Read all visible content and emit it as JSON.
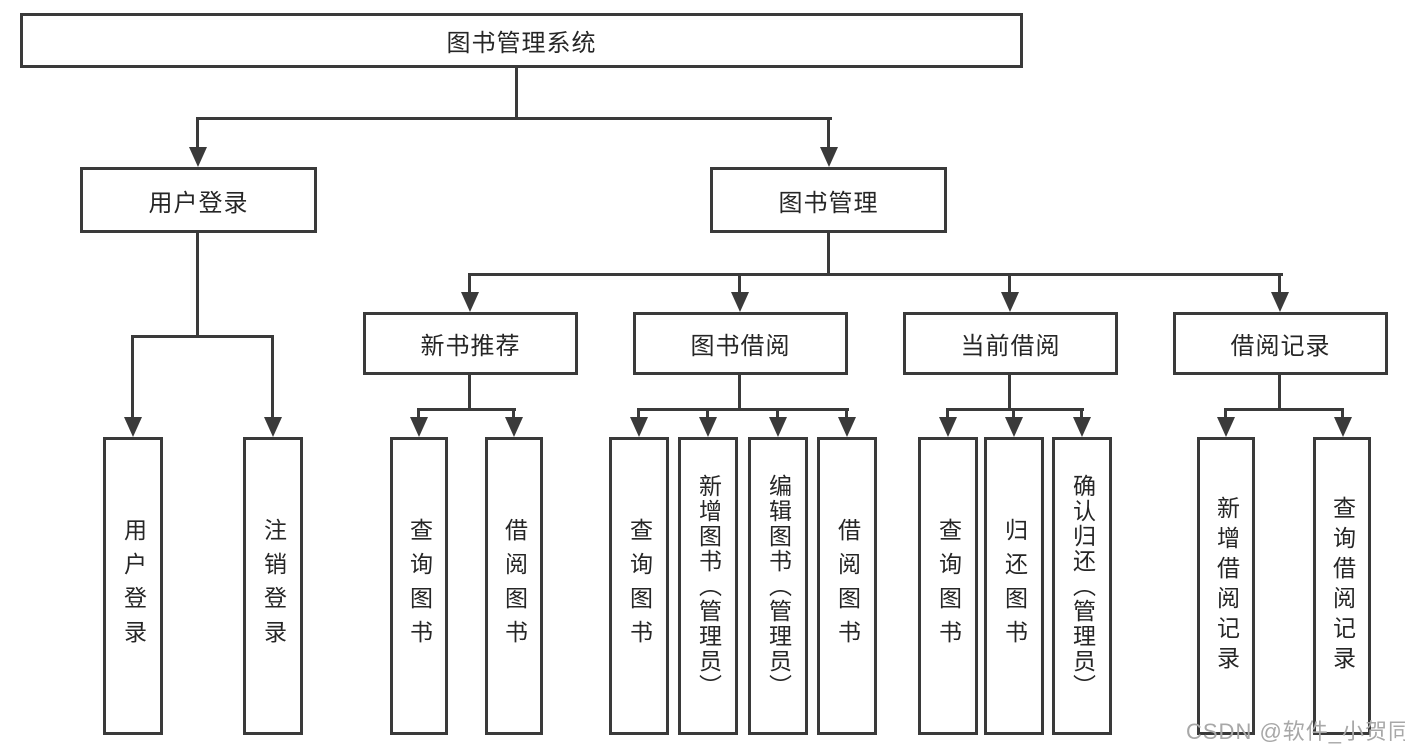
{
  "diagram_type": "hierarchy-tree",
  "tree": {
    "label": "图书管理系统",
    "children": [
      {
        "label": "用户登录",
        "children": [
          {
            "label": "用户登录"
          },
          {
            "label": "注销登录"
          }
        ]
      },
      {
        "label": "图书管理",
        "children": [
          {
            "label": "新书推荐",
            "children": [
              {
                "label": "查询图书"
              },
              {
                "label": "借阅图书"
              }
            ]
          },
          {
            "label": "图书借阅",
            "children": [
              {
                "label": "查询图书"
              },
              {
                "label": "新增图书（管理员）"
              },
              {
                "label": "编辑图书（管理员）"
              },
              {
                "label": "借阅图书"
              }
            ]
          },
          {
            "label": "当前借阅",
            "children": [
              {
                "label": "查询图书"
              },
              {
                "label": "归还图书"
              },
              {
                "label": "确认归还（管理员）"
              }
            ]
          },
          {
            "label": "借阅记录",
            "children": [
              {
                "label": "新增借阅记录"
              },
              {
                "label": "查询借阅记录"
              }
            ]
          }
        ]
      }
    ]
  },
  "watermark": {
    "text": "CSDN @软件_小贺同学"
  },
  "colors": {
    "background": "#ffffff",
    "line": "#3a3a3a",
    "text": "#262626",
    "watermark": "#a8a8a8"
  }
}
